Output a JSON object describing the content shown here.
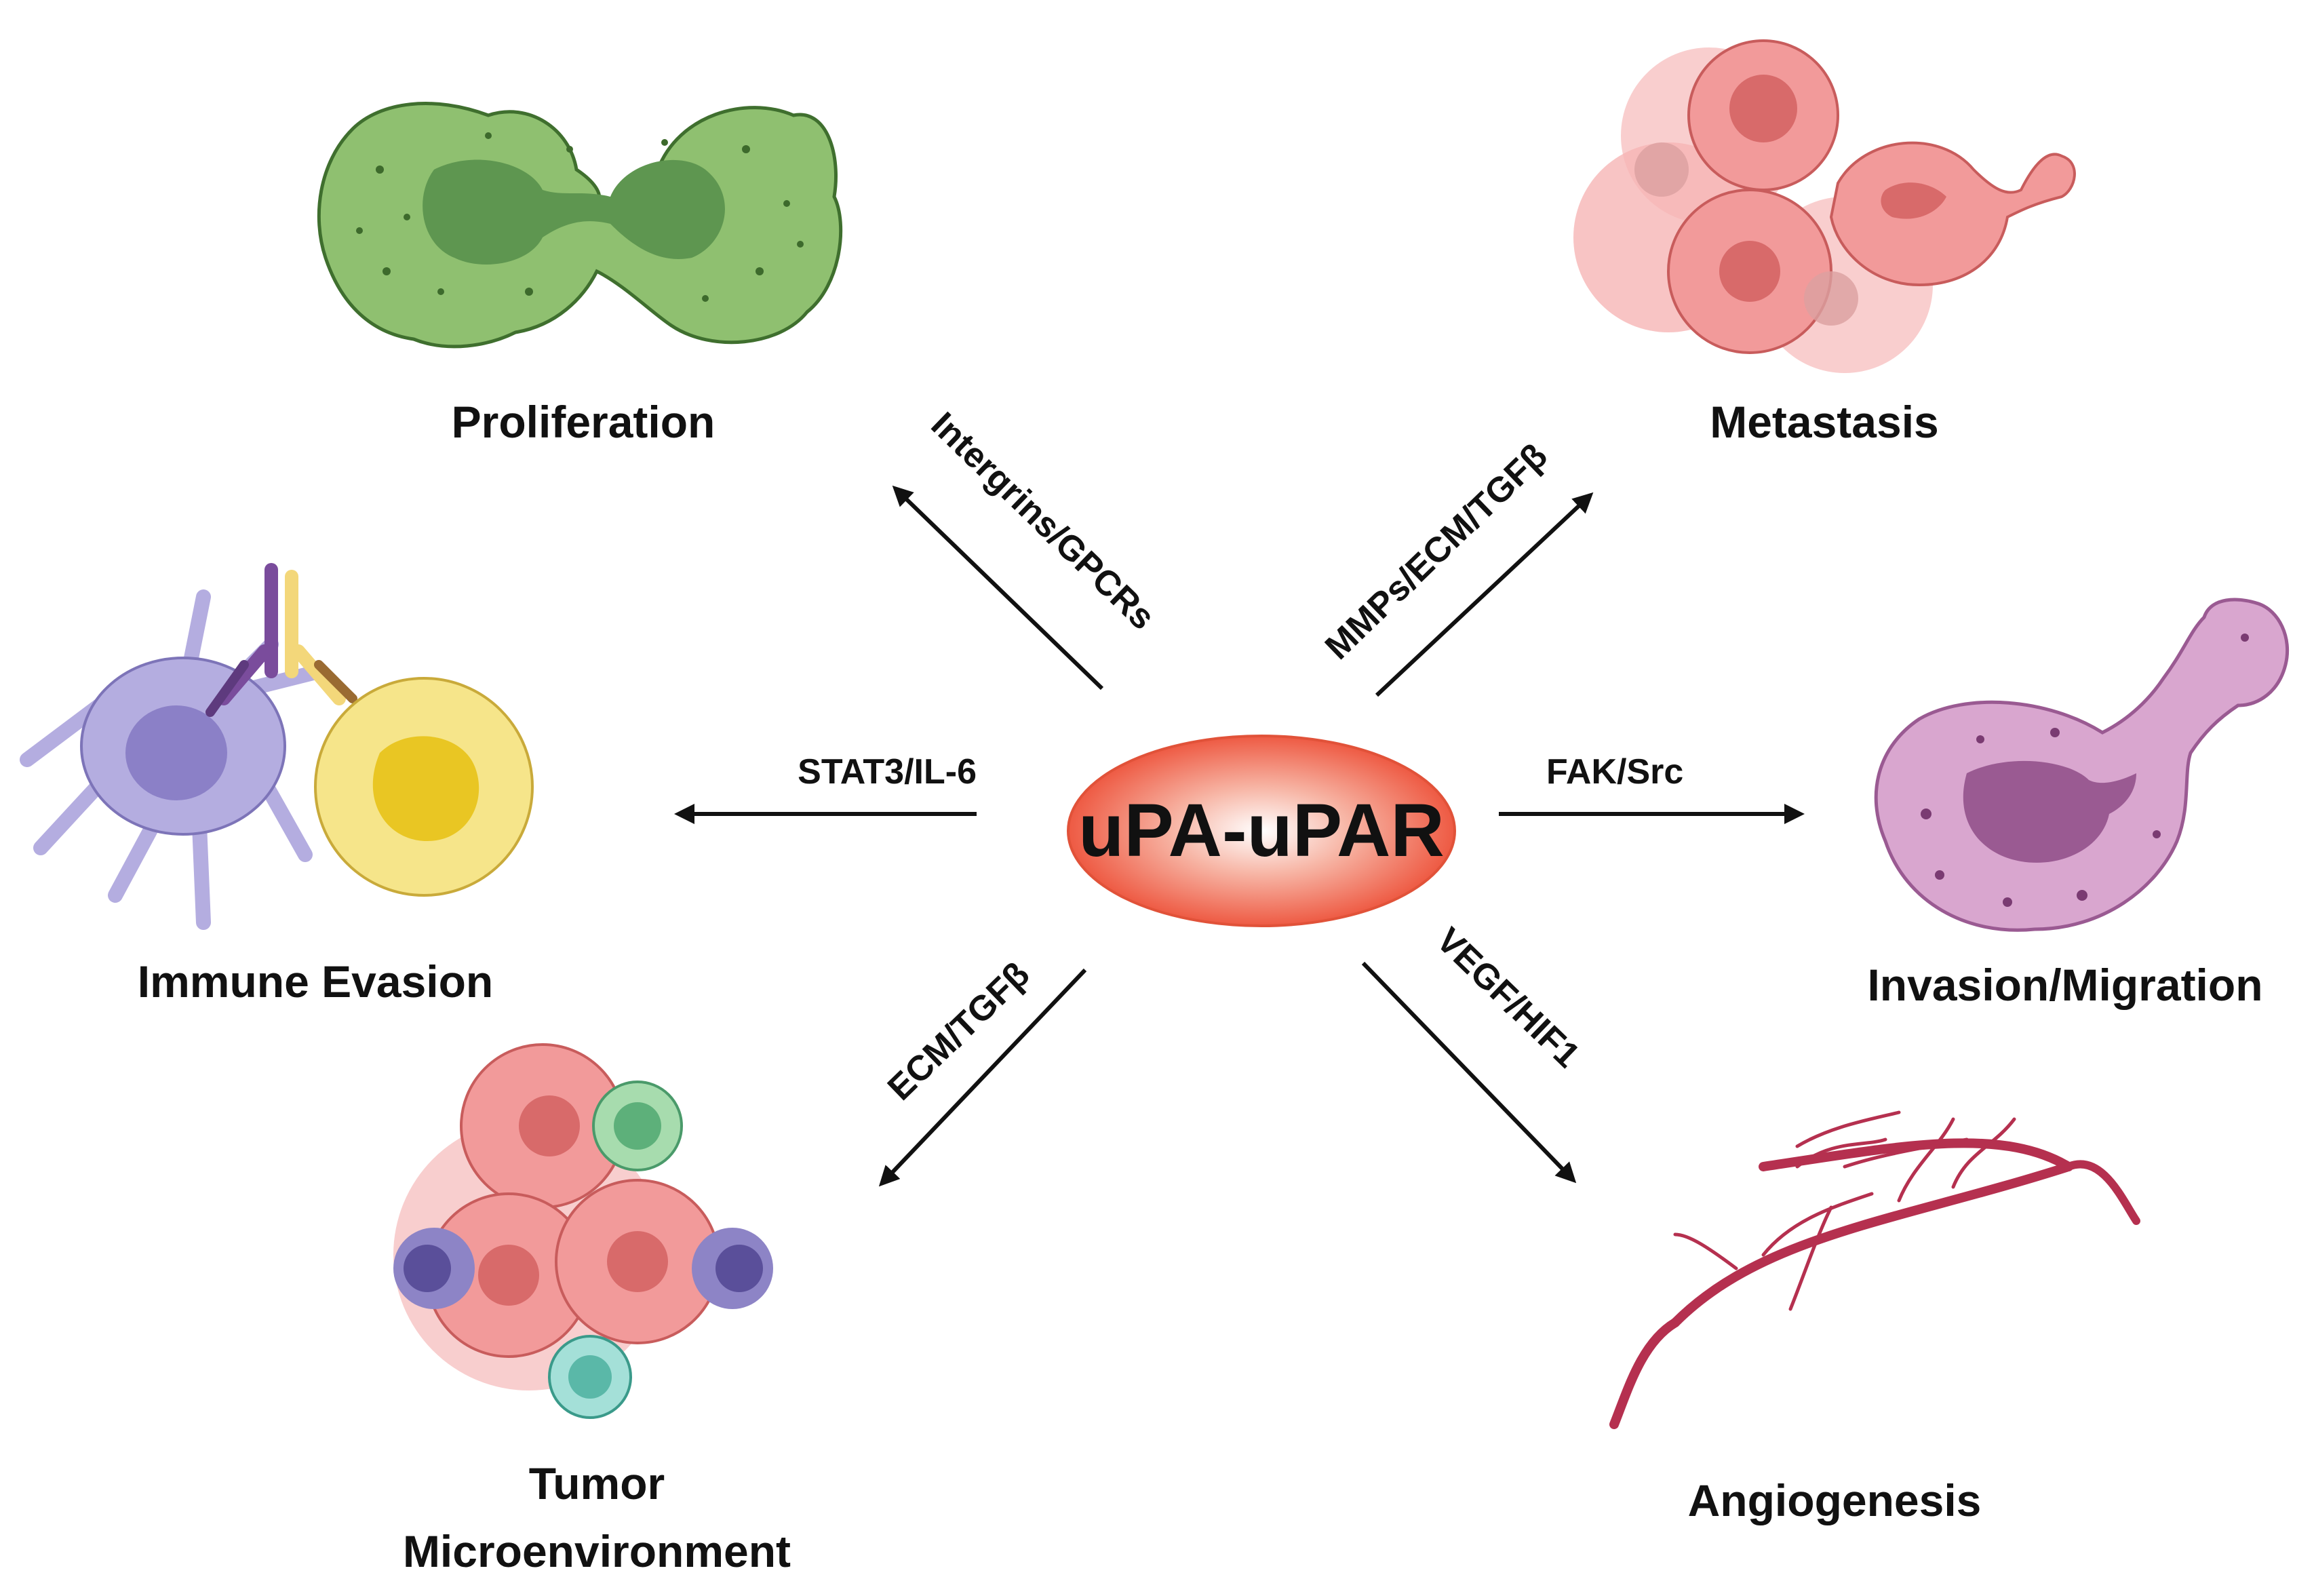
{
  "center": {
    "label": "uPA-uPAR",
    "fill": "#ef5a44"
  },
  "outcomes": {
    "proliferation": "Proliferation",
    "metastasis": "Metastasis",
    "immune_evasion": "Immune Evasion",
    "invasion_migration": "Invasion/Migration",
    "tumor_microenvironment_line1": "Tumor",
    "tumor_microenvironment_line2": "Microenvironment",
    "angiogenesis": "Angiogenesis"
  },
  "pathways": {
    "integrins_gpcrs": "Intergrins/GPCRs",
    "mmps_ecm_tgfb": "MMPs/ECM/TGFβ",
    "stat3_il6": "STAT3/IL-6",
    "fak_src": "FAK/Src",
    "ecm_tgfb": "ECM/TGFβ",
    "vegf_hif1": "VEGF/HIF1"
  },
  "colors": {
    "proliferation_cell": "#8fc070",
    "metastasis_cell": "#f29a9a",
    "immune_cell": "#b4ade0",
    "tumor_cell_yellow": "#f6e58a",
    "invasion_cell": "#d9a6cf",
    "angiogenesis_vessel": "#b5304f"
  }
}
